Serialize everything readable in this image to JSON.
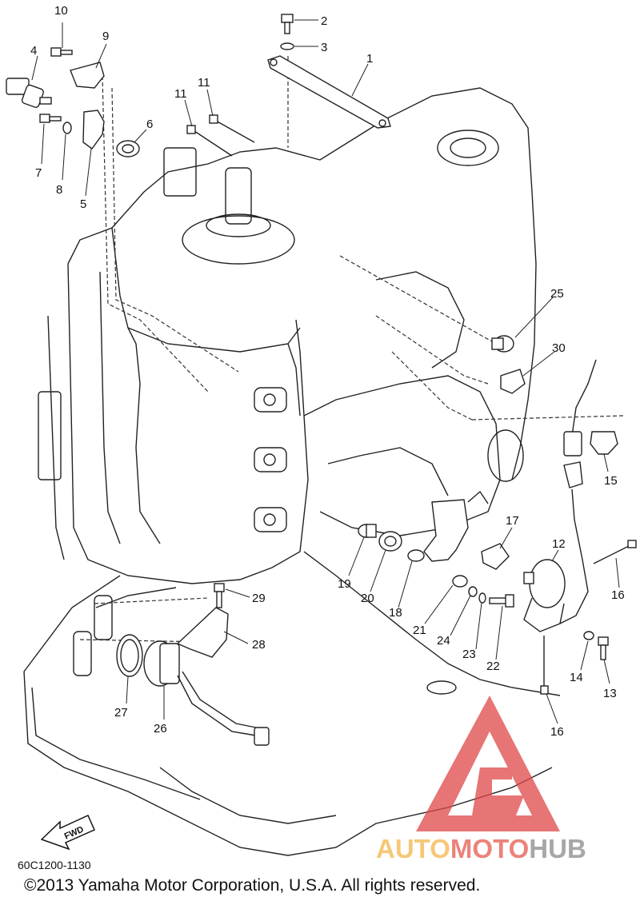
{
  "callouts": [
    "1",
    "2",
    "3",
    "4",
    "5",
    "6",
    "7",
    "8",
    "9",
    "10",
    "11",
    "11",
    "12",
    "13",
    "14",
    "15",
    "16",
    "16",
    "17",
    "18",
    "19",
    "20",
    "21",
    "22",
    "23",
    "24",
    "25",
    "26",
    "27",
    "28",
    "29",
    "30"
  ],
  "fwd_label": "FWD",
  "diagram_code": "60C1200-1130",
  "copyright": "©2013 Yamaha Motor Corporation, U.S.A. All rights reserved.",
  "watermark": {
    "part1": "AUTO",
    "part2": "MOTO",
    "part3": "HUB",
    "colors": {
      "auto": "#f2b64a",
      "moto": "#e55a4e",
      "hub": "#8a8a8a",
      "triangle": "#e04848"
    }
  }
}
